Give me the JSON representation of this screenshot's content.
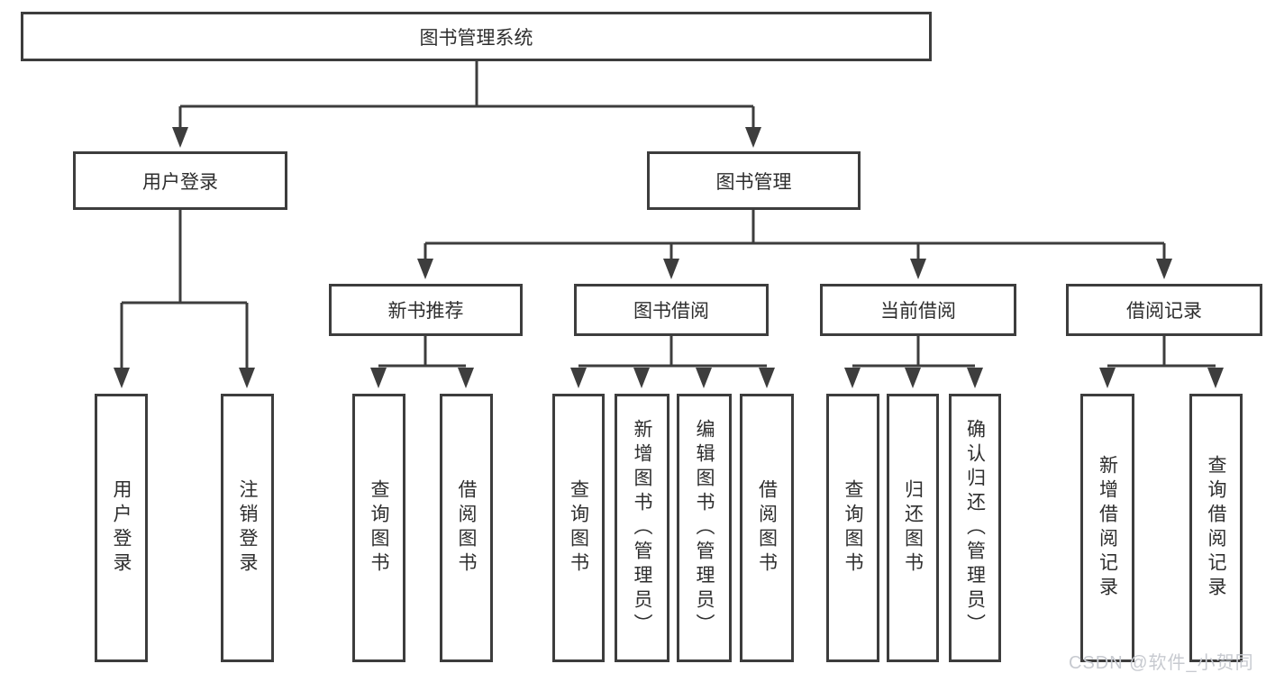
{
  "diagram": {
    "nodes": {
      "root": "图书管理系统",
      "user_login": "用户登录",
      "book_management": "图书管理",
      "new_book_recommend": "新书推荐",
      "book_borrow": "图书借阅",
      "current_borrow": "当前借阅",
      "borrow_records": "借阅记录",
      "leaf_user_login": "用户登录",
      "leaf_logout": "注销登录",
      "leaf_query_books_1": "查询图书",
      "leaf_borrow_books_1": "借阅图书",
      "leaf_query_books_2": "查询图书",
      "leaf_add_books_admin": "新增图书（管理员）",
      "leaf_edit_books_admin": "编辑图书（管理员）",
      "leaf_borrow_books_2": "借阅图书",
      "leaf_query_books_3": "查询图书",
      "leaf_return_books": "归还图书",
      "leaf_confirm_return_admin": "确认归还（管理员）",
      "leaf_add_borrow_record": "新增借阅记录",
      "leaf_query_borrow_record": "查询借阅记录"
    },
    "hierarchy": {
      "图书管理系统": {
        "用户登录": [
          "用户登录",
          "注销登录"
        ],
        "图书管理": {
          "新书推荐": [
            "查询图书",
            "借阅图书"
          ],
          "图书借阅": [
            "查询图书",
            "新增图书（管理员）",
            "编辑图书（管理员）",
            "借阅图书"
          ],
          "当前借阅": [
            "查询图书",
            "归还图书",
            "确认归还（管理员）"
          ],
          "借阅记录": [
            "新增借阅记录",
            "查询借阅记录"
          ]
        }
      }
    },
    "colors": {
      "line": "#3d3d3d",
      "box_border": "#3d3d3d",
      "box_background": "#ffffff",
      "text": "#2e2e2e",
      "page_background": "#ffffff",
      "watermark_text": "#c7cad0"
    }
  },
  "watermark": {
    "text": "CSDN @软件_小贺同学"
  }
}
